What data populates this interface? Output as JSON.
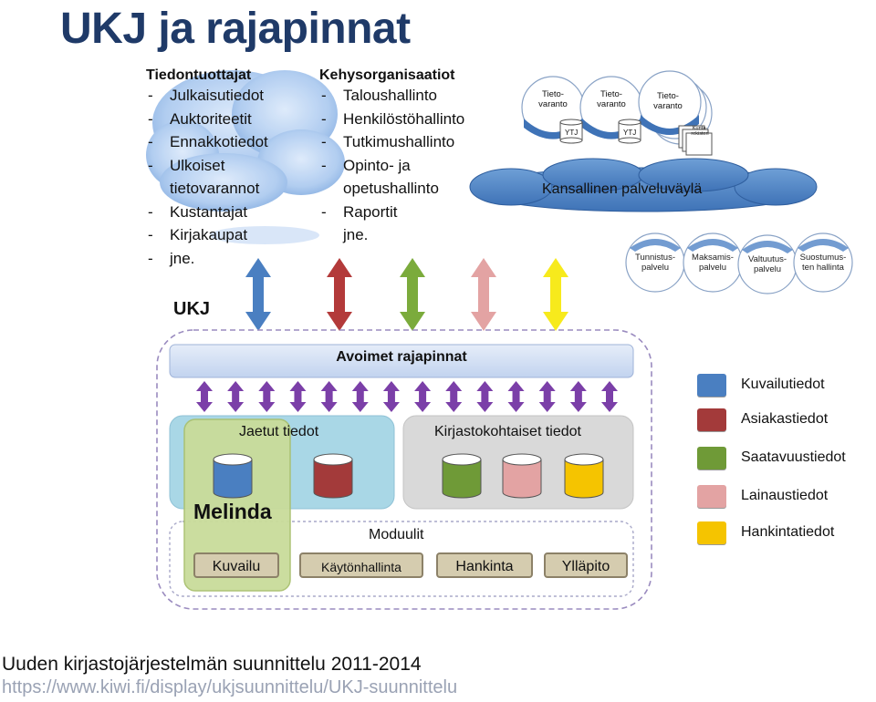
{
  "title": "UKJ ja rajapinnat",
  "producers": {
    "heading": "Tiedontuottajat",
    "items": [
      "Julkaisutiedot",
      "Auktoriteetit",
      "Ennakkotiedot",
      "Ulkoiset",
      "tietovarannot",
      "Kustantajat",
      "Kirjakaupat",
      "jne."
    ]
  },
  "frameworks": {
    "heading": "Kehysorganisaatiot",
    "items": [
      "Taloushallinto",
      "Henkilöstöhallinto",
      "Tutkimushallinto",
      "Opinto- ja",
      "opetushallinto",
      "Raportit",
      "jne."
    ]
  },
  "national": {
    "tietovaranto": [
      "Tieto-",
      "varanto"
    ],
    "ytj": "YTJ",
    "kuntarekisteri": [
      "Kunta-",
      "rekisteri"
    ],
    "bus": "Kansallinen palveluväylä",
    "services": [
      [
        "Tunnistus-",
        "palvelu"
      ],
      [
        "Maksamis-",
        "palvelu"
      ],
      [
        "Valtuutus-",
        "palvelu"
      ],
      [
        "Suostumus-",
        "ten hallinta"
      ]
    ]
  },
  "ukj": {
    "label": "UKJ",
    "api_band": "Avoimet rajapinnat",
    "shared": "Jaetut tiedot",
    "library": "Kirjastokohtaiset tiedot",
    "melinda": "Melinda",
    "modules_title": "Moduulit",
    "modules": [
      "Kuvailu",
      "Käytönhallinta",
      "Hankinta",
      "Ylläpito"
    ]
  },
  "legend": [
    {
      "label": "Kuvailutiedot",
      "color": "#4a7fc1"
    },
    {
      "label": "Asiakastiedot",
      "color": "#a33a3a"
    },
    {
      "label": "Saatavuustiedot",
      "color": "#6f9a37"
    },
    {
      "label": "Lainaustiedot",
      "color": "#e3a3a3"
    },
    {
      "label": "Hankintatiedot",
      "color": "#f5c400"
    }
  ],
  "caption": "Uuden kirjastojärjestelmän suunnittelu 2011-2014",
  "url": "https://www.kiwi.fi/display/ukjsuunnittelu/UKJ-suunnittelu"
}
